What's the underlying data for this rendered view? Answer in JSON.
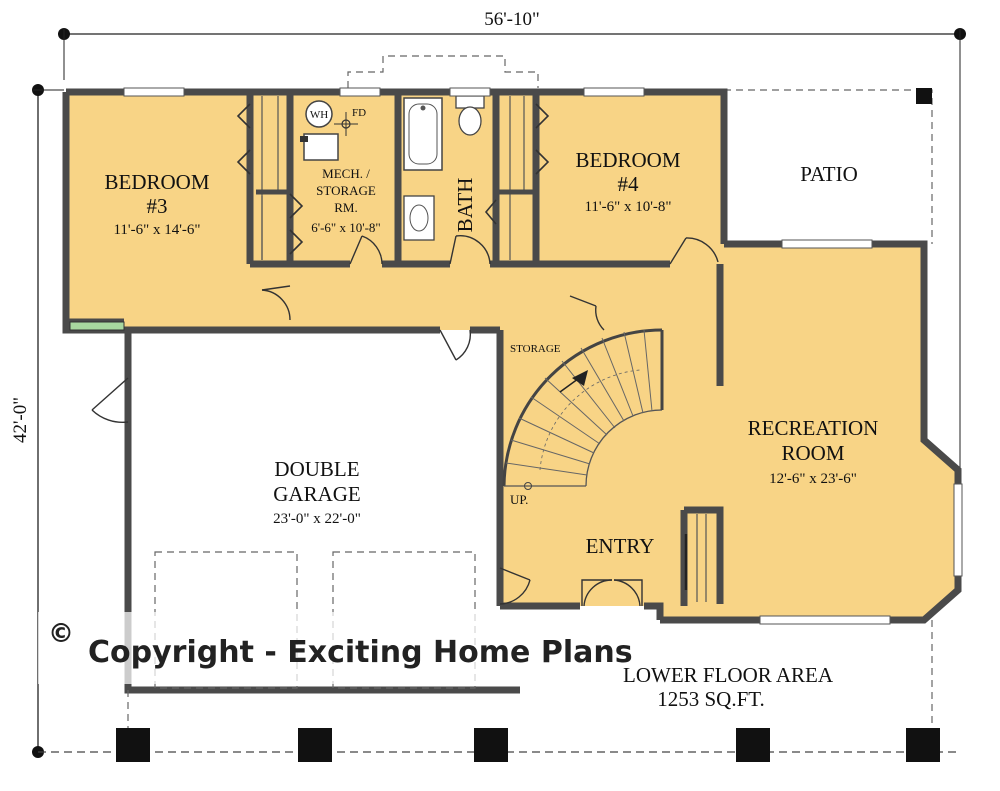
{
  "plan": {
    "overall_width": "56'-10\"",
    "overall_depth": "42'-0\"",
    "floor_area_label": "LOWER FLOOR AREA",
    "floor_area_value": "1253 SQ.FT.",
    "copyright_symbol": "©",
    "copyright_text": "Copyright - Exciting Home Plans",
    "colors": {
      "finished_floor": "#f8d486",
      "walls": "#4a4a4a",
      "garage": "#ffffff",
      "window": "#a8d8a0"
    }
  },
  "rooms": {
    "bedroom3": {
      "name_line1": "BEDROOM",
      "name_line2": "#3",
      "size": "11'-6\" x 14'-6\""
    },
    "bedroom4": {
      "name_line1": "BEDROOM",
      "name_line2": "#4",
      "size": "11'-6\" x 10'-8\""
    },
    "mech": {
      "name_line1": "MECH. /",
      "name_line2": "STORAGE",
      "name_line3": "RM.",
      "size": "6'-6\" x 10'-8\""
    },
    "bath": {
      "name": "BATH"
    },
    "patio": {
      "name": "PATIO"
    },
    "recreation": {
      "name_line1": "RECREATION",
      "name_line2": "ROOM",
      "size": "12'-6\" x 23'-6\""
    },
    "garage": {
      "name_line1": "DOUBLE",
      "name_line2": "GARAGE",
      "size": "23'-0\" x 22'-0\""
    },
    "storage": {
      "name": "STORAGE"
    },
    "entry": {
      "name": "ENTRY"
    },
    "stair": {
      "label": "UP."
    },
    "water_heater": {
      "label": "WH"
    },
    "floor_drain": {
      "label": "FD"
    }
  }
}
